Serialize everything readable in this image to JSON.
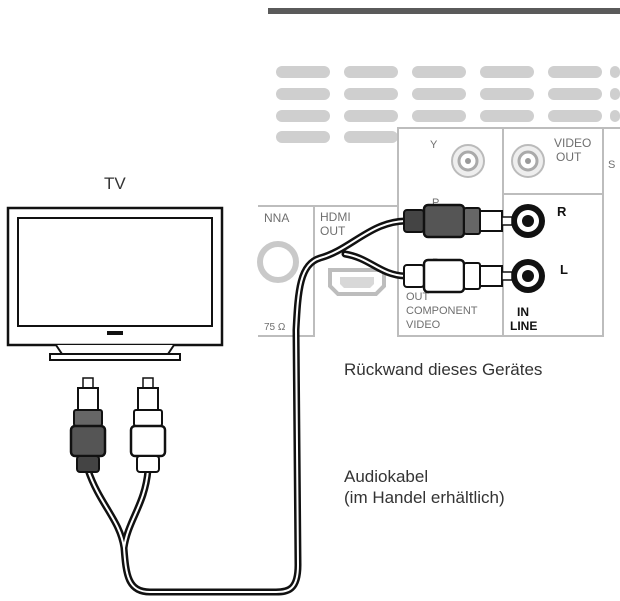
{
  "tv": {
    "label": "TV"
  },
  "rear_panel": {
    "caption": "Rückwand dieses Gerätes",
    "antenna_label": "NNA",
    "antenna_impedance": "75 Ω",
    "hdmi_label_1": "HDMI",
    "hdmi_label_2": "OUT",
    "component_y": "Y",
    "component_pb": "P",
    "component_pr": "P",
    "component_label_1": "OUT",
    "component_label_2": "COMPONENT",
    "component_label_3": "VIDEO",
    "video_out_1": "VIDEO",
    "video_out_2": "OUT",
    "side_letter": "S",
    "jack_right": "R",
    "jack_left": "L",
    "line_in_1": "IN",
    "line_in_2": "LINE"
  },
  "cable": {
    "caption_line_1": "Audiokabel",
    "caption_line_2": "(im Handel erhältlich)"
  }
}
